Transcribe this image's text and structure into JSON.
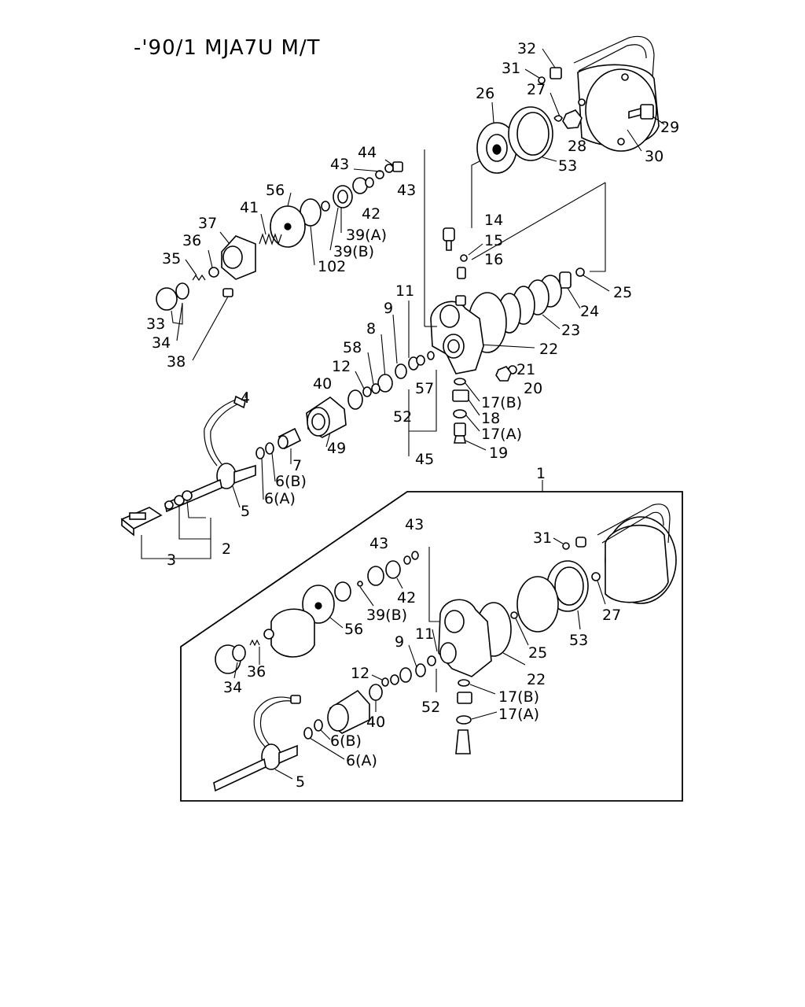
{
  "header": {
    "title": "-'90/1  MJA7U M/T"
  },
  "labels": {
    "upper": {
      "l32": "32",
      "l31": "31",
      "l27": "27",
      "l26": "26",
      "l28": "28",
      "l29": "29",
      "l30": "30",
      "l53": "53",
      "l44": "44",
      "l43a": "43",
      "l43b": "43",
      "l42": "42",
      "l56": "56",
      "l41": "41",
      "l37": "37",
      "l36": "36",
      "l35": "35",
      "l39a": "39(A)",
      "l39b": "39(B)",
      "l102": "102",
      "l33": "33",
      "l34": "34",
      "l38": "38",
      "l14": "14",
      "l15": "15",
      "l16": "16",
      "l25": "25",
      "l24": "24",
      "l23": "23",
      "l22": "22",
      "l21": "21",
      "l20": "20",
      "l11": "11",
      "l9": "9",
      "l8": "8",
      "l58": "58",
      "l12": "12",
      "l40": "40",
      "l57": "57",
      "l17b": "17(B)",
      "l18": "18",
      "l52": "52",
      "l17a": "17(A)",
      "l19": "19",
      "l45": "45",
      "l4": "4",
      "l49": "49",
      "l7": "7",
      "l6b": "6(B)",
      "l6a": "6(A)",
      "l5": "5",
      "l2": "2",
      "l3": "3"
    },
    "lower": {
      "l1": "1",
      "l43a": "43",
      "l43b": "43",
      "l31": "31",
      "l42": "42",
      "l39b": "39(B)",
      "l56": "56",
      "l27": "27",
      "l53": "53",
      "l11": "11",
      "l9": "9",
      "l25": "25",
      "l22": "22",
      "l34": "34",
      "l36": "36",
      "l12": "12",
      "l52": "52",
      "l17b": "17(B)",
      "l40": "40",
      "l17a": "17(A)",
      "l6b": "6(B)",
      "l6a": "6(A)",
      "l5": "5"
    }
  }
}
